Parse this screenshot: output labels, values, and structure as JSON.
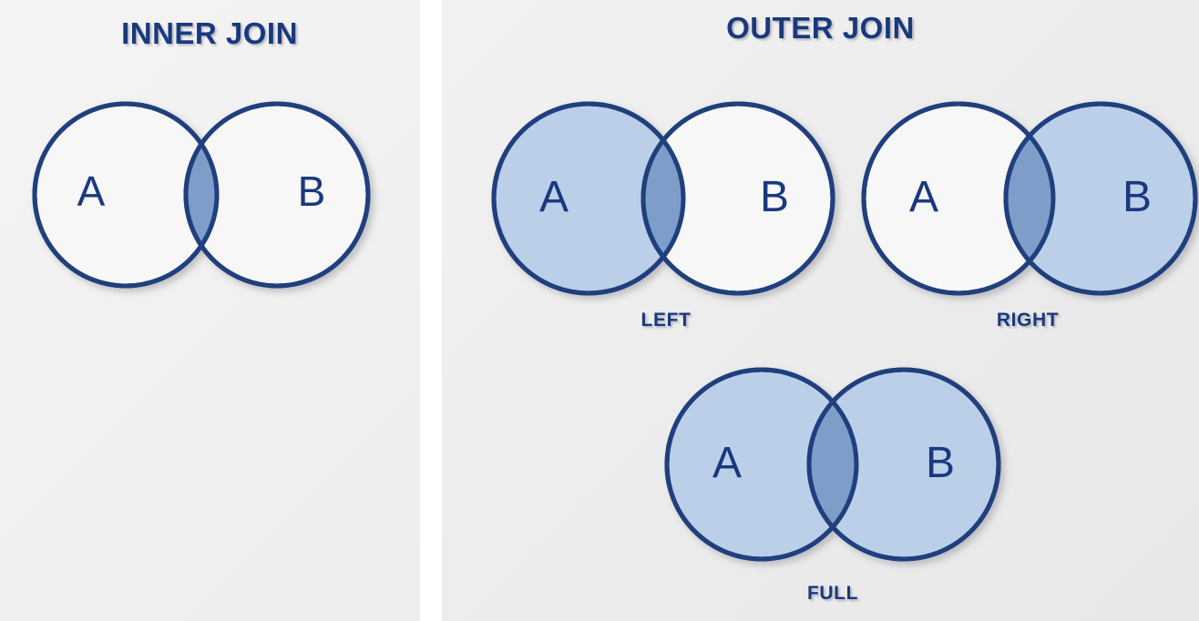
{
  "page": {
    "background_color": "#efefef",
    "divider_color": "#ffffff"
  },
  "palette": {
    "stroke": "#1f3f7d",
    "light_fill": "#bbcfe9",
    "intersection_fill": "#7e9dc9",
    "empty_fill": "#f7f7f8",
    "text": "#19397e"
  },
  "sections": {
    "inner": {
      "title": "INNER JOIN"
    },
    "outer": {
      "title": "OUTER JOIN"
    }
  },
  "diagrams": [
    {
      "id": "inner",
      "caption": "",
      "set_a_label": "A",
      "set_b_label": "B",
      "a_filled": false,
      "b_filled": false,
      "intersection_filled": true
    },
    {
      "id": "left",
      "caption": "LEFT",
      "set_a_label": "A",
      "set_b_label": "B",
      "a_filled": true,
      "b_filled": false,
      "intersection_filled": true
    },
    {
      "id": "right",
      "caption": "RIGHT",
      "set_a_label": "A",
      "set_b_label": "B",
      "a_filled": false,
      "b_filled": true,
      "intersection_filled": true
    },
    {
      "id": "full",
      "caption": "FULL",
      "set_a_label": "A",
      "set_b_label": "B",
      "a_filled": true,
      "b_filled": true,
      "intersection_filled": true
    }
  ]
}
